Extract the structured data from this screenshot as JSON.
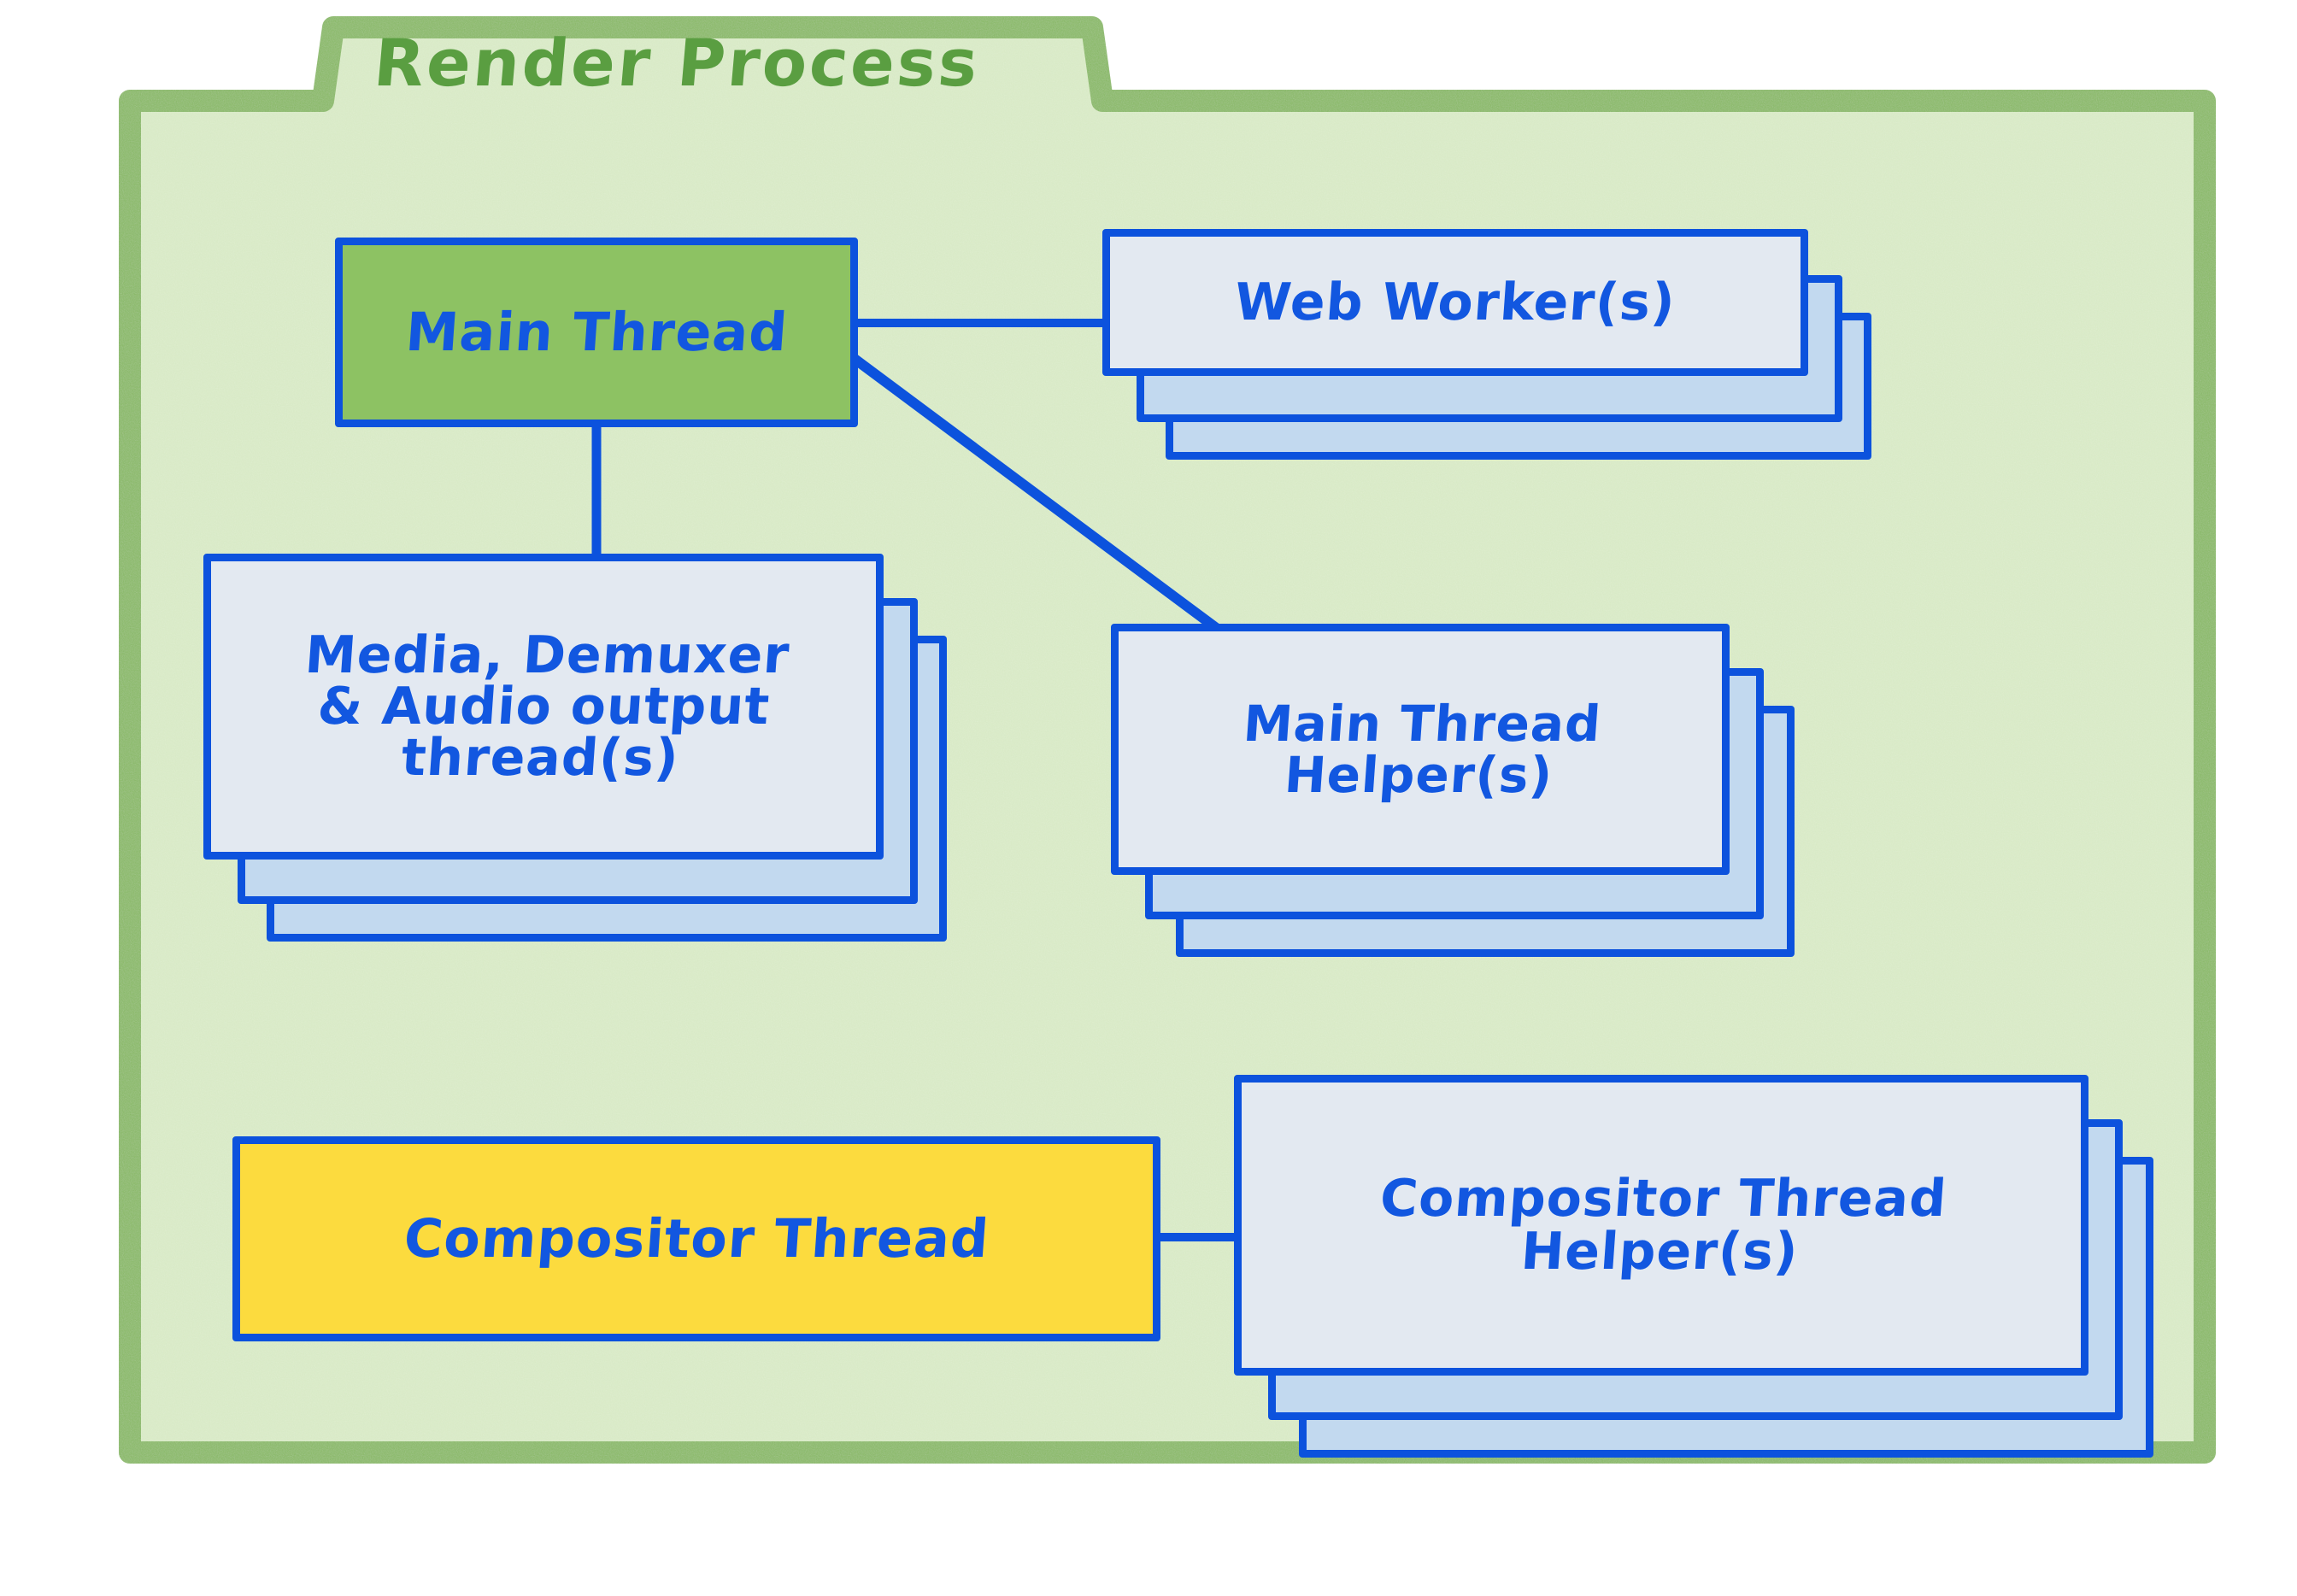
{
  "diagram": {
    "title": "Render Process",
    "title_color": "#5a9e41",
    "frame_fill": "#d7e9c4",
    "frame_border": "#86b762",
    "node_border_color": "#0c52dd",
    "node_text_color": "#1257e0",
    "card_front_fill": "#e3e9f1",
    "card_back_fill": "#c2d9ef"
  },
  "nodes": {
    "main_thread": {
      "label": "Main Thread",
      "fill": "#8dc263",
      "stacked": false,
      "highlight": "green"
    },
    "web_worker": {
      "label": "Web Worker(s)",
      "fill": "#e3e9f1",
      "stacked": true,
      "stack_count": 3
    },
    "media_threads": {
      "label": "Media, Demuxer\n& Audio output\nthread(s)",
      "fill": "#e3e9f1",
      "stacked": true,
      "stack_count": 3
    },
    "main_thread_helper": {
      "label": "Main Thread\nHelper(s)",
      "fill": "#e3e9f1",
      "stacked": true,
      "stack_count": 3
    },
    "compositor_thread": {
      "label": "Compositor Thread",
      "fill": "#fcdb3e",
      "stacked": false,
      "highlight": "yellow"
    },
    "compositor_helper": {
      "label": "Compositor Thread\nHelper(s)",
      "fill": "#e3e9f1",
      "stacked": true,
      "stack_count": 3
    }
  },
  "edges": [
    {
      "from": "main_thread",
      "to": "web_worker",
      "style": "horizontal"
    },
    {
      "from": "main_thread",
      "to": "main_thread_helper",
      "style": "diagonal"
    },
    {
      "from": "main_thread",
      "to": "media_threads",
      "style": "vertical"
    },
    {
      "from": "compositor_thread",
      "to": "compositor_helper",
      "style": "horizontal"
    }
  ]
}
